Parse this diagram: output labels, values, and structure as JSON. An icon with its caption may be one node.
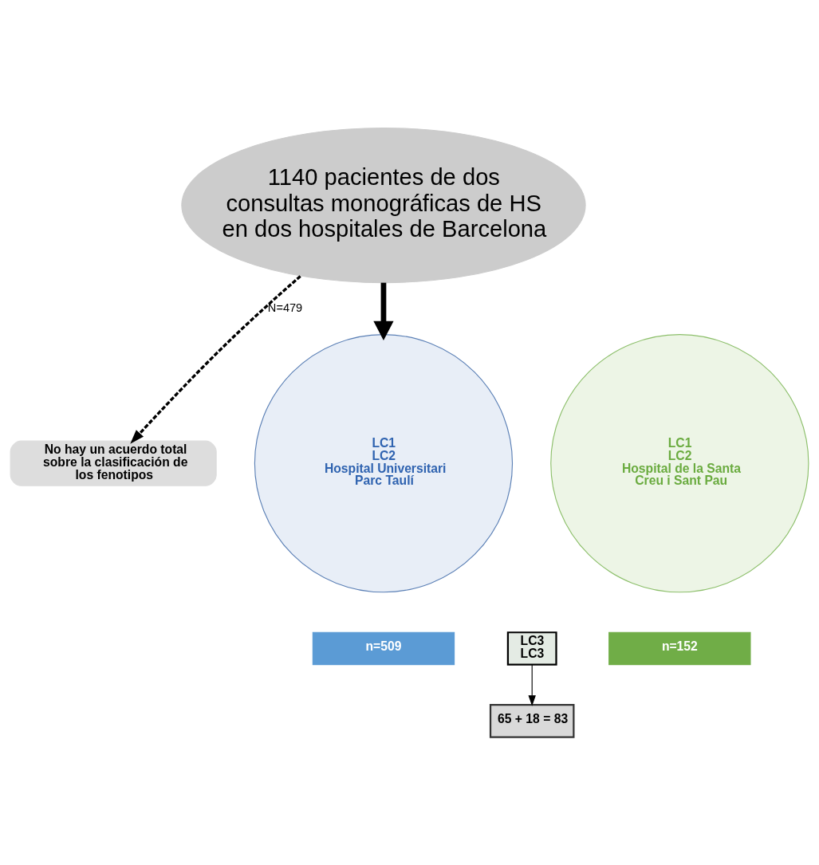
{
  "diagram": {
    "nodes": [
      {
        "text": [
          "1140 pacientes de dos consultas monográficas de HS en dos hospitales de Barcelona"
        ]
      },
      {
        "text": [
          "No hay un acuerdo total sobre la clasificación de los fenotipos"
        ]
      },
      {
        "text": [
          "LC1",
          "LC2",
          "Hospital Universitari Parc Taulí"
        ]
      },
      {
        "text": [
          "LC1",
          "LC2",
          "Hospital de la Santa Creu i Sant Pau"
        ]
      },
      {
        "text": [
          "LC3",
          "LC3"
        ]
      },
      {
        "text": [
          "n=509"
        ]
      },
      {
        "text": [
          "n=152"
        ]
      },
      {
        "text": [
          "65 + 18 = 83"
        ]
      }
    ],
    "edges": [
      {
        "from": 0,
        "to": 1,
        "arrow": "to",
        "style": "dashed",
        "label": "N=479"
      },
      {
        "from": 0,
        "to": 2,
        "arrow": "to",
        "style": "thick"
      },
      {
        "from": 4,
        "to": 7,
        "arrow": "to"
      }
    ]
  }
}
